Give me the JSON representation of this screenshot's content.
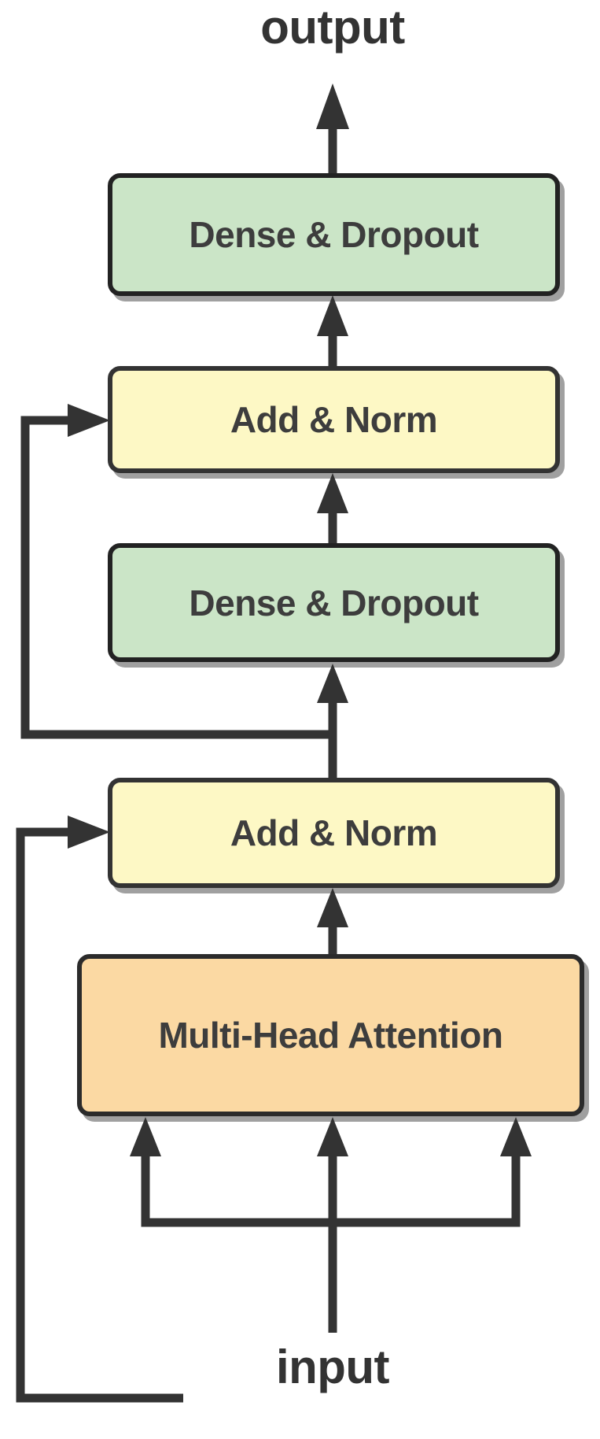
{
  "diagram": {
    "labels": {
      "output": "output",
      "input": "input"
    },
    "boxes": {
      "dense_dropout_top": {
        "label": "Dense & Dropout",
        "fill": "#cbe5c7"
      },
      "add_norm_top": {
        "label": "Add & Norm",
        "fill": "#fdf8c5"
      },
      "dense_dropout_mid": {
        "label": "Dense & Dropout",
        "fill": "#cbe5c7"
      },
      "add_norm_bottom": {
        "label": "Add & Norm",
        "fill": "#fdf8c5"
      },
      "multi_head_attention": {
        "label": "Multi-Head Attention",
        "fill": "#fbd9a3"
      }
    },
    "colors": {
      "line": "#333333",
      "box_border": "#222222",
      "text": "#3d3d3d"
    }
  }
}
